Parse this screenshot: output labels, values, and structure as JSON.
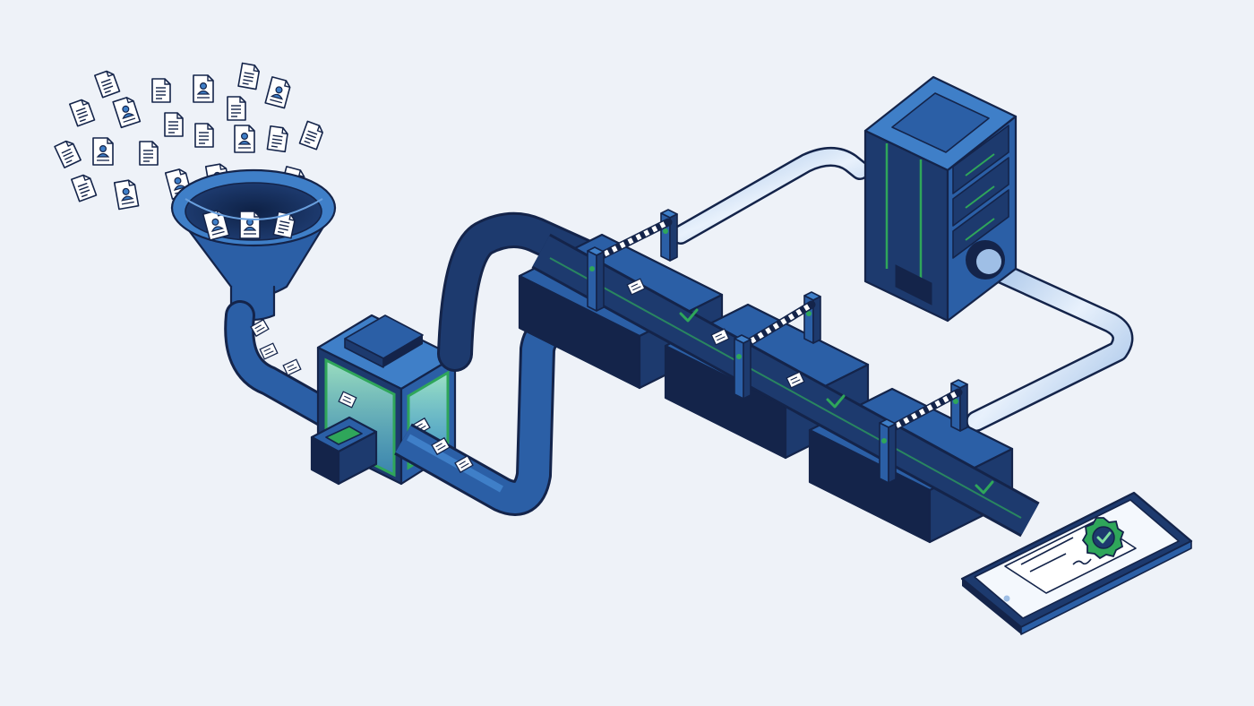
{
  "palette": {
    "background": "#eef2f8",
    "outline": "#14244a",
    "dark_blue": "#1d3a6e",
    "mid_blue": "#2b5fa6",
    "light_blue": "#3f7fc8",
    "accent_green": "#2fa65a",
    "pipe": "#c7d9ef",
    "paper": "#ffffff"
  },
  "icons": {
    "documents": "document-icon",
    "profiles": "profile-document-icon",
    "funnel": "funnel-icon",
    "scanner": "scanner-machine-icon",
    "conveyor": "conveyor-belt-icon",
    "gate": "barrier-gate-icon",
    "server": "server-tower-icon",
    "pipe": "data-pipe-icon",
    "tablet": "tablet-icon",
    "badge": "verified-badge-icon",
    "check": "checkmark-icon"
  },
  "pipeline": {
    "stages": [
      "funnel",
      "scanner",
      "checkpoint-1",
      "checkpoint-2",
      "checkpoint-3",
      "tablet"
    ],
    "checkpoints": 3,
    "scattered_document_count": 20
  }
}
